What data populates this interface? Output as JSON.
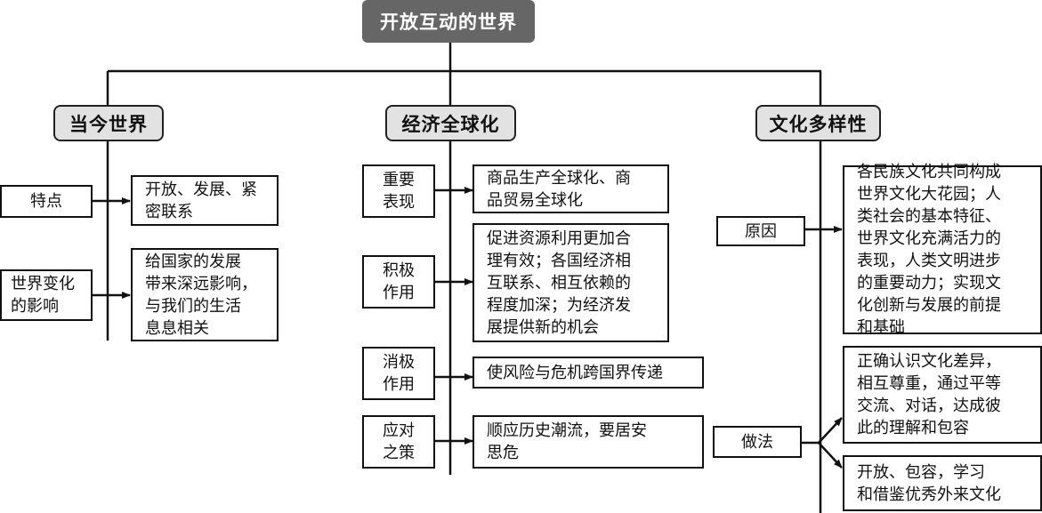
{
  "title": "开放互动的世界",
  "columns": [
    {
      "heading": "当今世界",
      "rows": [
        {
          "label": "特点",
          "content": "开放、发展、紧\n密联系"
        },
        {
          "label": "世界变化\n的影响",
          "content": "给国家的发展\n带来深远影响，\n与我们的生活\n息息相关"
        }
      ]
    },
    {
      "heading": "经济全球化",
      "rows": [
        {
          "label": "重要\n表现",
          "content": "商品生产全球化、商\n品贸易全球化"
        },
        {
          "label": "积极\n作用",
          "content": "促进资源利用更加合\n理有效；各国经济相\n互联系、相互依赖的\n程度加深；为经济发\n展提供新的机会"
        },
        {
          "label": "消极\n作用",
          "content": "使风险与危机跨国界传递"
        },
        {
          "label": "应对\n之策",
          "content": "顺应历史潮流，要居安\n思危"
        }
      ]
    },
    {
      "heading": "文化多样性",
      "rows": [
        {
          "label": "原因",
          "content": "各民族文化共同构成\n世界文化大花园；人\n类社会的基本特征、\n世界文化充满活力的\n表现，人类文明进步\n的重要动力；实现文\n化创新与发展的前提\n和基础"
        },
        {
          "label": "做法",
          "contents": [
            "正确认识文化差异，\n相互尊重，通过平等\n交流、对话，达成彼\n此的理解和包容",
            "开放、包容，学习\n和借鉴优秀外来文化"
          ]
        }
      ]
    }
  ],
  "colors": {
    "title_bg": "#666666",
    "title_text": "#ffffff",
    "heading_bg": "#e2e2e2",
    "line": "#111111"
  }
}
